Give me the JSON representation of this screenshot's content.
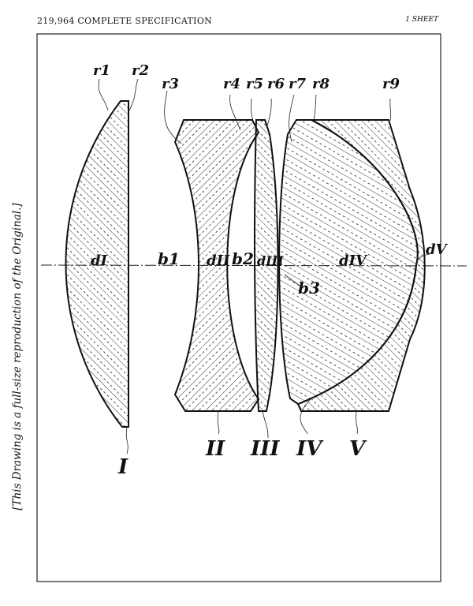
{
  "header": {
    "patent_number_title": "219,964   COMPLETE  SPECIFICATION",
    "sheet": "1 SHEET"
  },
  "side_note": "[This Drawing is a full-size reproduction of the Original.]",
  "radii_labels": [
    "r1",
    "r2",
    "r3",
    "r4",
    "r5",
    "r6",
    "r7",
    "r8",
    "r9"
  ],
  "thickness_labels": [
    "dI",
    "dII",
    "dIII",
    "dIV",
    "dV"
  ],
  "spacing_labels": [
    "b1",
    "b2",
    "b3"
  ],
  "lens_labels": [
    "I",
    "II",
    "III",
    "IV",
    "V"
  ]
}
